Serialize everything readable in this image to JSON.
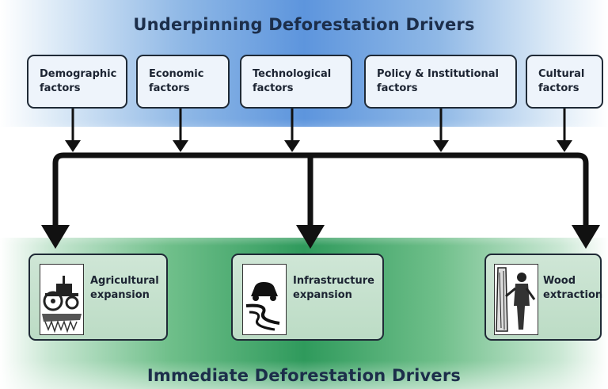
{
  "header": {
    "title": "Underpinning Deforestation Drivers"
  },
  "footer": {
    "title": "Immediate Deforestation Drivers"
  },
  "underlying_factors": [
    {
      "label": "Demographic\nfactors"
    },
    {
      "label": "Economic\nfactors"
    },
    {
      "label": "Technological\nfactors"
    },
    {
      "label": "Policy & Institutional\nfactors"
    },
    {
      "label": "Cultural\nfactors"
    }
  ],
  "immediate_drivers": [
    {
      "label": "Agricultural\nexpansion",
      "icon": "tractor-icon"
    },
    {
      "label": "Infrastructure\nexpansion",
      "icon": "winding-road-icon"
    },
    {
      "label": "Wood\nextraction",
      "icon": "logger-icon"
    }
  ],
  "colors": {
    "top_band": "#5d95dd",
    "bottom_band": "#2f9a5c",
    "box_fill_top": "#eef4fb",
    "box_fill_bottom": "#c5e2cd",
    "stroke": "#1f2a36"
  }
}
